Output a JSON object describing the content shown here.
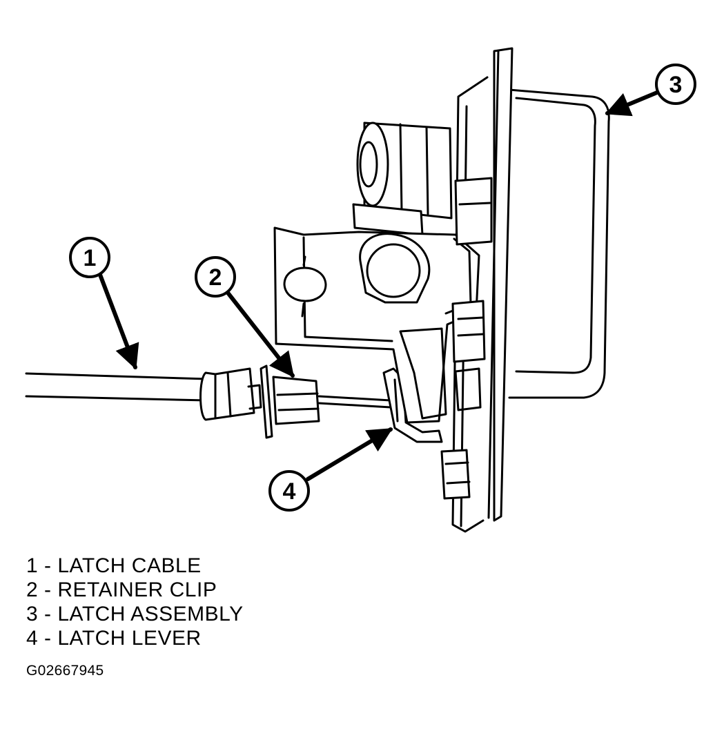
{
  "callouts": [
    {
      "number": "1"
    },
    {
      "number": "2"
    },
    {
      "number": "3"
    },
    {
      "number": "4"
    }
  ],
  "legend": [
    {
      "text": "1 - LATCH CABLE"
    },
    {
      "text": "2 - RETAINER CLIP"
    },
    {
      "text": "3 - LATCH ASSEMBLY"
    },
    {
      "text": "4 - LATCH LEVER"
    }
  ],
  "figure_id": "G02667945"
}
